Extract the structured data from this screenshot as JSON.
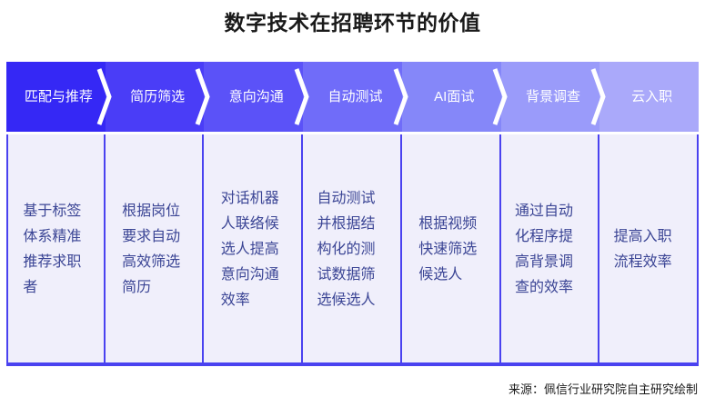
{
  "title": "数字技术在招聘环节的价值",
  "colors": {
    "step_1": "#3528f5",
    "step_2": "#4a3df7",
    "step_3": "#5b52f8",
    "step_4": "#706cf9",
    "step_5": "#8587f9",
    "step_6": "#9a9bfa",
    "step_7": "#aaa9fa",
    "detail_background": "#f0effb",
    "divider": "#4a42f0",
    "detail_text": "#3b4595",
    "step_label_text": "#ffffff",
    "title_text": "#1a1a1a",
    "notch": "#ffffff"
  },
  "process": {
    "steps": [
      {
        "index": 1,
        "label": "匹配与推荐",
        "detail": "基于标签体系精准推荐求职者",
        "color": "#3528f5"
      },
      {
        "index": 2,
        "label": "简历筛选",
        "detail": "根据岗位要求自动高效筛选简历",
        "color": "#4a3df7"
      },
      {
        "index": 3,
        "label": "意向沟通",
        "detail": "对话机器人联络候选人提高意向沟通效率",
        "color": "#5b52f8"
      },
      {
        "index": 4,
        "label": "自动测试",
        "detail": "自动测试并根据结构化的测试数据筛选候选人",
        "color": "#706cf9"
      },
      {
        "index": 5,
        "label": "AI面试",
        "detail": "根据视频快速筛选候选人",
        "color": "#8587f9"
      },
      {
        "index": 6,
        "label": "背景调查",
        "detail": "通过自动化程序提高背景调查的效率",
        "color": "#9a9bfa"
      },
      {
        "index": 7,
        "label": "云入职",
        "detail": "提高入职流程效率",
        "color": "#aaa9fa"
      }
    ]
  },
  "footer": {
    "source": "来源：佩信行业研究院自主研究绘制"
  },
  "chart_data": {
    "type": "diagram",
    "subtype": "chevron-process-flow",
    "title": "数字技术在招聘环节的价值",
    "stage_count": 7,
    "categories": [
      "匹配与推荐",
      "简历筛选",
      "意向沟通",
      "自动测试",
      "AI面试",
      "背景调查",
      "云入职"
    ],
    "descriptions": [
      "基于标签体系精准推荐求职者",
      "根据岗位要求自动高效筛选简历",
      "对话机器人联络候选人提高意向沟通效率",
      "自动测试并根据结构化的测试数据筛选候选人",
      "根据视频快速筛选候选人",
      "通过自动化程序提高背景调查的效率",
      "提高入职流程效率"
    ],
    "legend": [],
    "annotations": [
      "来源：佩信行业研究院自主研究绘制"
    ],
    "grid": false
  }
}
